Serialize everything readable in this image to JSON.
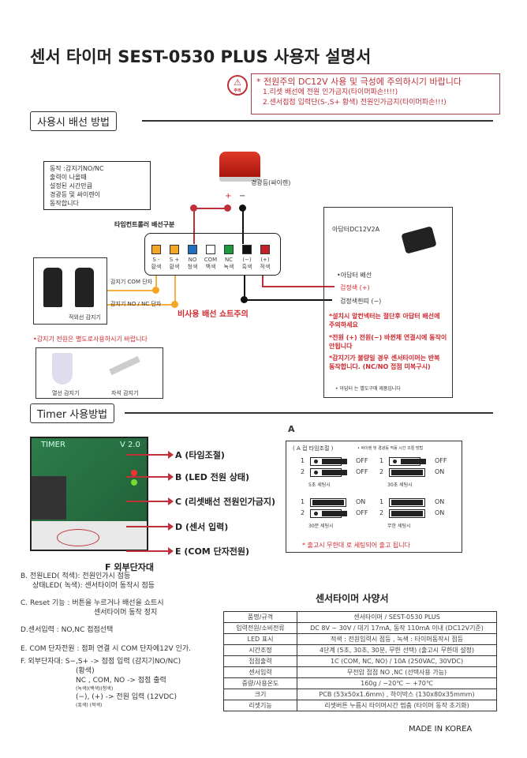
{
  "title": "센서 타이머 SEST-0530 PLUS 사용자 설명서",
  "warning": {
    "icon_label": "주의",
    "headline": "* 전원주의 DC12V 사용 및 극성에 주의하시기 바랍니다",
    "lines": [
      "1.리셋 배선에 전원 인가금지(타이머파손!!!!)",
      "2.센서접점 입력단(S-,S+ 황색) 전원인가금지(타이머파손!!!)"
    ]
  },
  "section1": "사용시 배선 방법",
  "op_note": [
    "동작 :감지기NO/NC",
    "출력이 나올때",
    "설정된 시간만큼",
    "경광등 및 싸이렌이",
    "동작합니다"
  ],
  "beacon_label": "경광등(싸이렌)",
  "beacon_plus": "+",
  "beacon_minus": "−",
  "terminal_title": "타임컨트롤러 배선구분",
  "terminals": [
    {
      "name": "S -",
      "color_name": "황색",
      "color": "#f5a623"
    },
    {
      "name": "S +",
      "color_name": "황색",
      "color": "#f5a623"
    },
    {
      "name": "NO",
      "color_name": "청색",
      "color": "#1e6fc2"
    },
    {
      "name": "COM",
      "color_name": "백색",
      "color": "#ffffff"
    },
    {
      "name": "NC",
      "color_name": "녹색",
      "color": "#1a9a3e"
    },
    {
      "name": "(−)",
      "color_name": "흑색",
      "color": "#111111"
    },
    {
      "name": "(+)",
      "color_name": "적색",
      "color": "#c81e28"
    }
  ],
  "detector": {
    "com_label": "감지기 COM 단자",
    "nonc_label": "감지기 NO / NC 단자",
    "caption": "적외선 감지기"
  },
  "short_warning": "비사용 배선 쇼트주의",
  "adapter": {
    "title": "아답터DC12V2A",
    "wiring": "•아답터 배선",
    "plus": "검정색 (+)",
    "minus": "검정색흰띠 (−)",
    "notes": [
      "*설치시 앞컨넥터는 절단후 아답터 배선에 주의하세요",
      "*전원 (+) 전원(−) 바뀐체 연결시에 동작이 안됩니다",
      "*감지기가 불량일 경우 센서타이머는 반복 동작합니다. (NC/NO 접점 미복구시)"
    ],
    "small": "• 아답터 는 별도구매 제품입니다"
  },
  "sensor_power_note": "•감지기 전원은 별도로사용하시기 바랍니다",
  "sensors": [
    "열선 감지기",
    "자석 감지기"
  ],
  "section2": "Timer 사용방법",
  "pcb": {
    "silk": "TIMER",
    "version": "V 2.0"
  },
  "callouts": [
    {
      "text": "A (타임조절)",
      "red": false
    },
    {
      "text": "B (LED 전원 상태)",
      "red": false
    },
    {
      "text": "C (리셋배선 전원인가금지)",
      "red": true
    },
    {
      "text": "D (센서 입력)",
      "red": false
    },
    {
      "text": "E (COM 단자전원)",
      "red": false
    }
  ],
  "f_label": "F 외부단자대",
  "a_section": {
    "letter": "A",
    "title": "( A 컵 타임조절 )",
    "subtitle": "• 싸이렌 및 경광등 작동 시간 조절 방법",
    "settings": [
      {
        "caption": "5초 세팅시",
        "sw": [
          {
            "n": "1",
            "state": "OFF"
          },
          {
            "n": "2",
            "state": "OFF"
          }
        ]
      },
      {
        "caption": "30초 세팅시",
        "sw": [
          {
            "n": "1",
            "state": "OFF"
          },
          {
            "n": "2",
            "state": "ON"
          }
        ]
      },
      {
        "caption": "30분 세팅시",
        "sw": [
          {
            "n": "1",
            "state": "ON"
          },
          {
            "n": "2",
            "state": "OFF"
          }
        ]
      },
      {
        "caption": "무한 세팅시",
        "sw": [
          {
            "n": "1",
            "state": "ON"
          },
          {
            "n": "2",
            "state": "ON"
          }
        ]
      }
    ],
    "footer": "* 출고시 무한대 로 세팅되어 출고 됩니다"
  },
  "notes": [
    "B. 전원LED( 적색): 전원인가시 점등",
    "상태LED( 녹색): 센서타이머 동작시 점등",
    "C. Reset 기능      : 버튼을 누르거나 배선을 쇼트시",
    "센서타이머 동작 정지",
    "D.센서입력 : NO,NC 접점선택",
    "E. COM  단자전원 : 점퍼 연결 시 COM 단자에12V 인가.",
    "F. 외부단자대: S−,S+ -> 접점 입력 (감지기NO/NC)",
    "(황색)",
    "NC , COM, NO -> 접점 출력",
    "(녹색)(백색)(청색)",
    "(−), (+) -> 전원 입력 (12VDC)",
    "(흑색) (적색)"
  ],
  "spec": {
    "title": "센서타이머 사양서",
    "rows": [
      [
        "품명/규격",
        "센서타이머 / SEST-0530 PLUS"
      ],
      [
        "입력전원/소비전류",
        "DC 8V ~ 30V / 대기 17mA, 동작 110mA 이내 (DC12V기준)"
      ],
      [
        "LED 표시",
        "적색 : 전원입력시 점등 , 녹색 : 타이머동작시 점등"
      ],
      [
        "시간조정",
        "4단계 (5초, 30초, 30분, 무한 선택) (출고시 무한대 설정)"
      ],
      [
        "접점출력",
        "1C (COM, NC, NO) / 10A (250VAC, 30VDC)"
      ],
      [
        "센서입력",
        "무전압 접점 NO ,NC (선택사용 가능)"
      ],
      [
        "중량/사용온도",
        "160g / −20℃ ~ +70℃"
      ],
      [
        "크기",
        "PCB (53x50x1.6mm) , 하이박스 (130x80x35mmm)"
      ],
      [
        "리셋기능",
        "리셋버튼 누름시 타이머시간 멈춤 (타이머 동작 초기화)"
      ]
    ]
  },
  "made_in": "MADE IN KOREA"
}
